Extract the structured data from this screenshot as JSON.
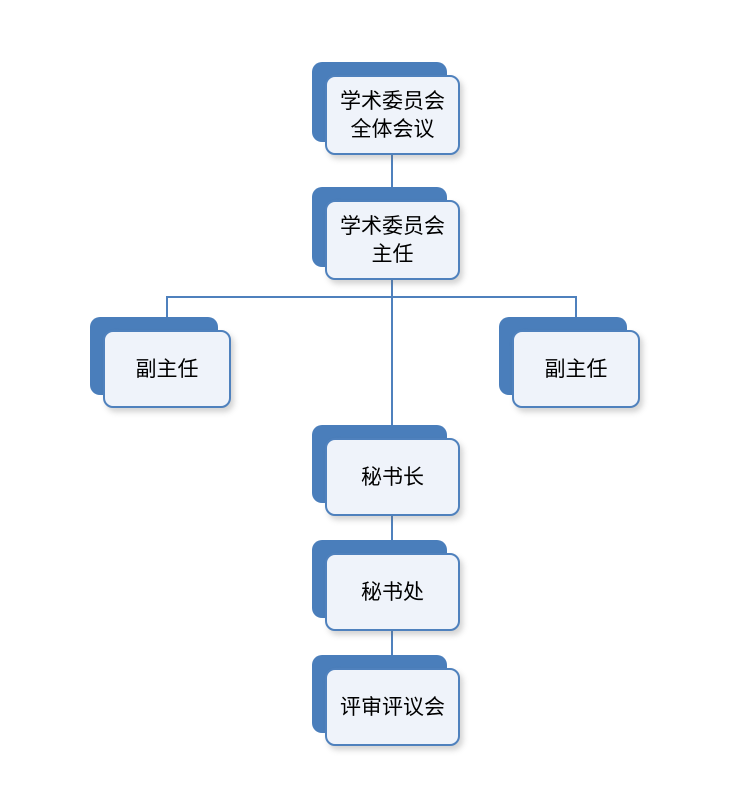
{
  "diagram": {
    "type": "org-chart",
    "accent_color": "#4f81bd",
    "shadow_color": "#4a7ebb",
    "node_fill": "#eff3fa",
    "text_color": "#000000",
    "nodes": {
      "plenary": {
        "label": "学术委员会\n全体会议"
      },
      "director": {
        "label": "学术委员会\n主任"
      },
      "deputy_left": {
        "label": "副主任"
      },
      "deputy_right": {
        "label": "副主任"
      },
      "secretary_general": {
        "label": "秘书长"
      },
      "secretariat": {
        "label": "秘书处"
      },
      "review_council": {
        "label": "评审评议会"
      }
    },
    "edges": [
      {
        "from": "plenary",
        "to": "director"
      },
      {
        "from": "director",
        "to": "deputy_left"
      },
      {
        "from": "director",
        "to": "deputy_right"
      },
      {
        "from": "director",
        "to": "secretary_general"
      },
      {
        "from": "secretary_general",
        "to": "secretariat"
      },
      {
        "from": "secretariat",
        "to": "review_council"
      }
    ]
  }
}
